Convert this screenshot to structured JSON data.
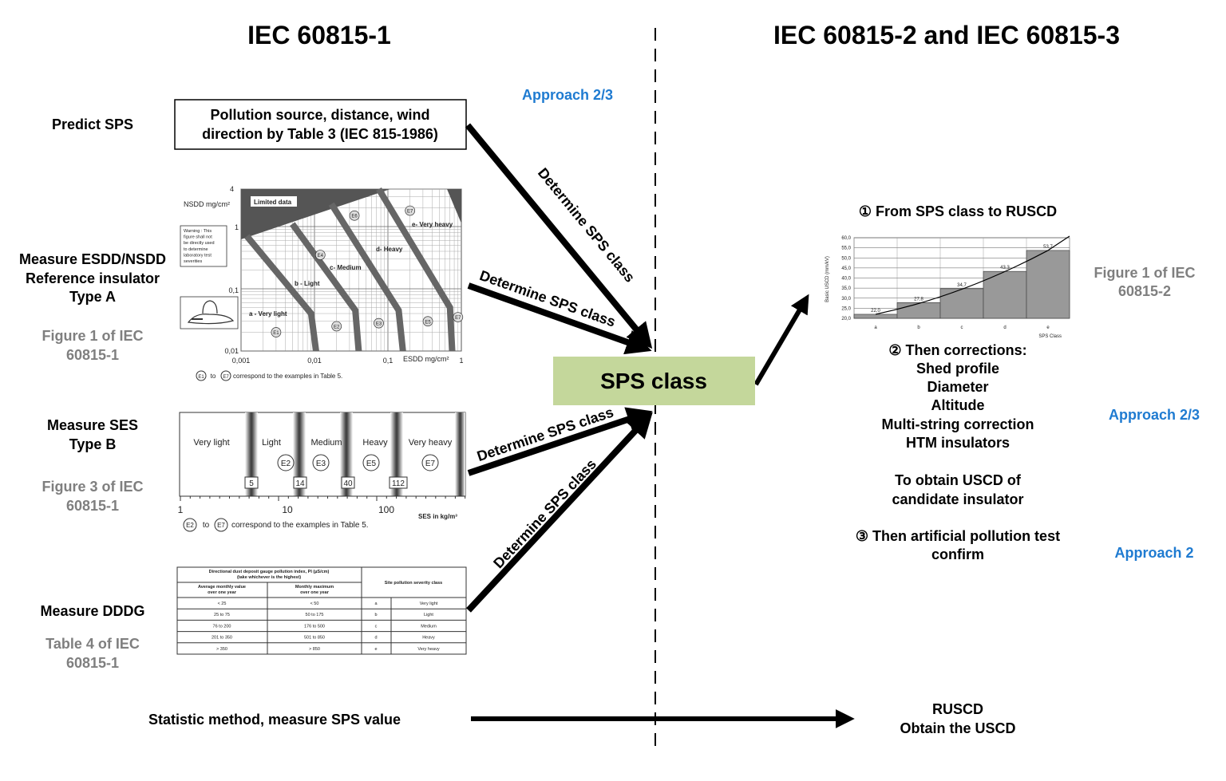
{
  "titles": {
    "left": "IEC 60815-1",
    "right": "IEC 60815-2 and IEC 60815-3"
  },
  "approach_top": "Approach 2/3",
  "left_labels": {
    "predict": "Predict SPS",
    "esdd": [
      "Measure ESDD/NSDD",
      "Reference insulator",
      "Type A"
    ],
    "esdd_fig": [
      "Figure 1 of IEC",
      "60815-1"
    ],
    "ses": [
      "Measure SES",
      "Type B"
    ],
    "ses_fig": [
      "Figure 3 of IEC",
      "60815-1"
    ],
    "dddg": "Measure DDDG",
    "dddg_fig": [
      "Table 4 of IEC",
      "60815-1"
    ],
    "statistic": "Statistic method, measure SPS value"
  },
  "predict_box": [
    "Pollution source, distance, wind",
    "direction by Table 3 (IEC 815-1986)"
  ],
  "arrow_label": "Determine SPS class",
  "sps_class": "SPS class",
  "sps_class_color": "#c4d79b",
  "esdd_chart": {
    "ylabel": "NSDD mg/cm²",
    "xlabel": "ESDD mg/cm²",
    "x_ticks": [
      "0,001",
      "0,01",
      "0,1",
      "1"
    ],
    "y_ticks": [
      "4",
      "1",
      "0,1",
      "0,01"
    ],
    "limited": "Limited data",
    "warning": [
      "Warning : This",
      "figure shall not",
      "be directly used",
      "to determine",
      "laboratory test",
      "severities"
    ],
    "zones": [
      "a - Very light",
      "b - Light",
      "c- Medium",
      "d- Heavy",
      "e- Very heavy"
    ],
    "examples": [
      "E1",
      "E2",
      "E3",
      "E5",
      "E7",
      "E4",
      "E6",
      "E7"
    ],
    "footnote_from": "E1",
    "footnote_to": "E7",
    "footnote": "correspond to the examples in Table 5.",
    "to": "to"
  },
  "ses_chart": {
    "zones": [
      "Very light",
      "Light",
      "Medium",
      "Heavy",
      "Very heavy"
    ],
    "examples": [
      "E2",
      "E3",
      "E5",
      "E7"
    ],
    "boundaries": [
      "5",
      "14",
      "40",
      "112"
    ],
    "x_ticks": [
      "1",
      "10",
      "100"
    ],
    "xlabel": "SES in kg/m³",
    "footnote_from": "E2",
    "footnote_to": "E7",
    "footnote": "correspond to the examples in Table 5.",
    "to": "to"
  },
  "dddg_table": {
    "header_main": [
      "Directional dust deposit gauge pollution index, PI (µS/cm)",
      "(take whichever is the highest)"
    ],
    "header_class": "Site pollution severity class",
    "col_avg": [
      "Average monthly value",
      "over one year"
    ],
    "col_max": [
      "Monthly maximum",
      "over one year"
    ],
    "rows": [
      [
        "< 25",
        "< 50",
        "a",
        "Very light"
      ],
      [
        "25 to 75",
        "50 to 175",
        "b",
        "Light"
      ],
      [
        "76 to 200",
        "176 to 500",
        "c",
        "Medium"
      ],
      [
        "201 to 350",
        "501 to 850",
        "d",
        "Heavy"
      ],
      [
        "> 350",
        "> 850",
        "e",
        "Very heavy"
      ]
    ]
  },
  "right": {
    "step1": "① From SPS class to RUSCD",
    "fig": [
      "Figure 1 of IEC",
      "60815-2"
    ],
    "step2": "② Then corrections:",
    "corrections": [
      "Shed profile",
      "Diameter",
      "Altitude",
      "Multi-string correction",
      "HTM insulators"
    ],
    "approach_mid": "Approach 2/3",
    "obtain": [
      "To obtain USCD of",
      "candidate insulator"
    ],
    "step3": [
      "③ Then artificial pollution test",
      "confirm"
    ],
    "approach_bottom": "Approach 2",
    "rusc": [
      "RUSCD",
      "Obtain the USCD"
    ]
  },
  "chart_data": {
    "type": "bar",
    "categories": [
      "a",
      "b",
      "c",
      "d",
      "e"
    ],
    "values": [
      22.0,
      27.8,
      34.7,
      43.3,
      53.7
    ],
    "value_labels": [
      "22,0",
      "27,8",
      "34,7",
      "43,3",
      "53,7"
    ],
    "xlabel": "SPS Class",
    "ylabel": "Basic USCD (mm/kV)",
    "ylim": [
      20,
      60
    ],
    "y_ticks": [
      "20,0",
      "25,0",
      "30,0",
      "35,0",
      "40,0",
      "45,0",
      "50,0",
      "55,0",
      "60,0"
    ],
    "grid": true,
    "bar_color": "#999999"
  }
}
